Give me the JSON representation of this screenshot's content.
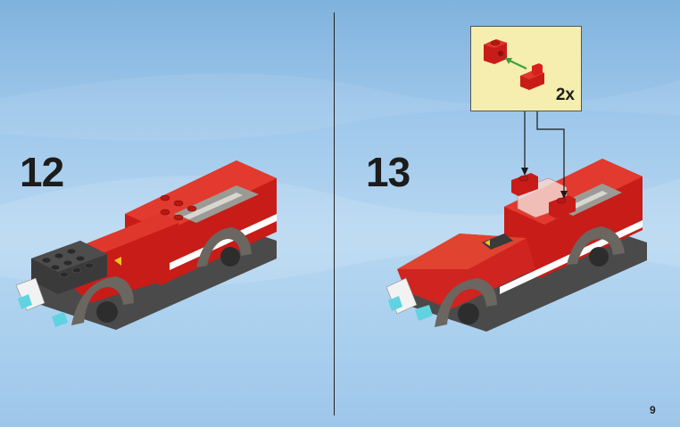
{
  "steps": [
    {
      "number": "12"
    },
    {
      "number": "13"
    }
  ],
  "callout": {
    "quantity": "2x"
  },
  "page_number": "9",
  "colors": {
    "background": "#9cc6ea",
    "brick_red": "#d8201c",
    "callout_bg": "#f6eeae",
    "arrow_green": "#3aa53a",
    "wheel_arch_grey": "#6b6660",
    "chassis_dark": "#3a3a3a",
    "headlight_teal": "#5fd3e0"
  },
  "icons": [
    "truck-step12-illustration",
    "truck-step13-illustration",
    "red-brick-icon",
    "clip-piece-icon",
    "green-arrow-icon",
    "placement-arrow-icon"
  ]
}
